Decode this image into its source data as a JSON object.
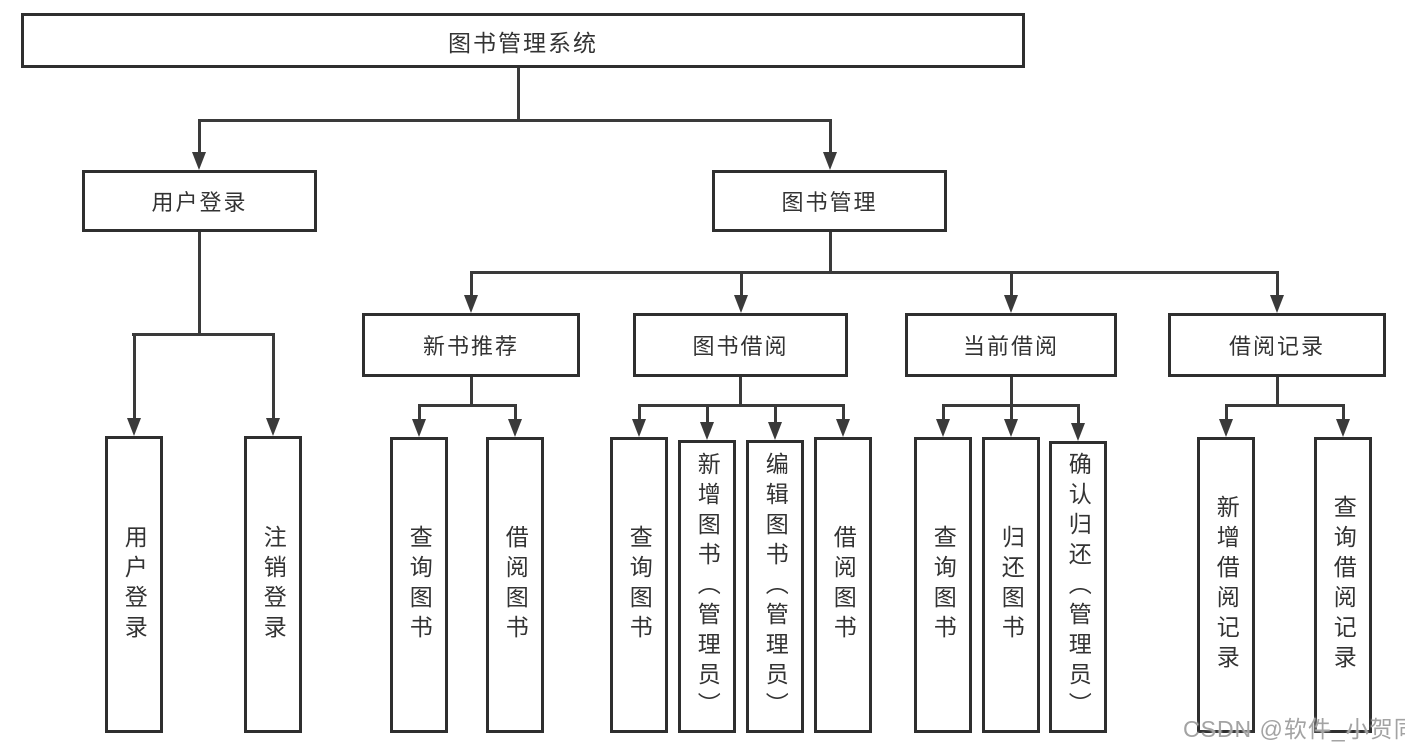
{
  "diagram": {
    "root": {
      "label": "图书管理系统"
    },
    "branches": [
      {
        "label": "用户登录",
        "children": [
          {
            "label": "用户登录"
          },
          {
            "label": "注销登录"
          }
        ]
      },
      {
        "label": "图书管理",
        "children": [
          {
            "label": "新书推荐",
            "children": [
              {
                "label": "查询图书"
              },
              {
                "label": "借阅图书"
              }
            ]
          },
          {
            "label": "图书借阅",
            "children": [
              {
                "label": "查询图书"
              },
              {
                "label": "新增图书（管理员）"
              },
              {
                "label": "编辑图书（管理员）"
              },
              {
                "label": "借阅图书"
              }
            ]
          },
          {
            "label": "当前借阅",
            "children": [
              {
                "label": "查询图书"
              },
              {
                "label": "归还图书"
              },
              {
                "label": "确认归还（管理员）"
              }
            ]
          },
          {
            "label": "借阅记录",
            "children": [
              {
                "label": "新增借阅记录"
              },
              {
                "label": "查询借阅记录"
              }
            ]
          }
        ]
      }
    ]
  },
  "watermark": {
    "text": "CSDN @软件_小贺同学"
  },
  "colors": {
    "line": "#3a3a3a",
    "border": "#2f2f2f",
    "text": "#333333",
    "watermark": "#a3a3a3",
    "background": "#ffffff"
  }
}
